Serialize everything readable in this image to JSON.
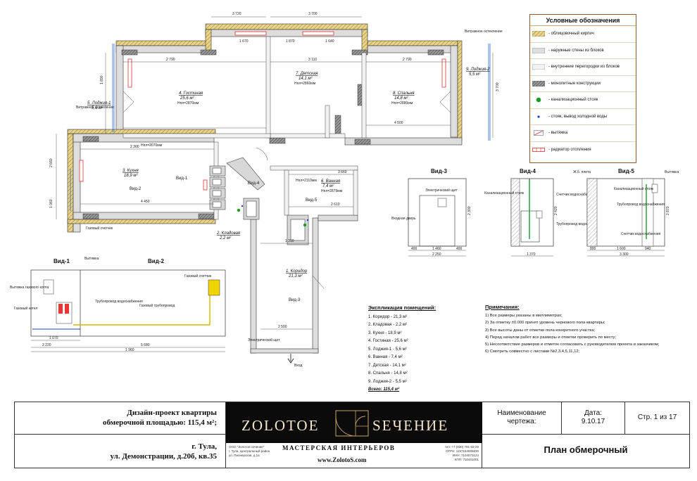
{
  "legend": {
    "title": "Условные обозначения",
    "items": [
      {
        "label": "- облицовочный кирпич",
        "icon": "brick-hatch-icon"
      },
      {
        "label": "- наружные стены из блоков",
        "icon": "outer-wall-icon"
      },
      {
        "label": "- внутренние перегородки из блоков",
        "icon": "partition-icon"
      },
      {
        "label": "- монолитные конструкции",
        "icon": "monolith-hatch-icon"
      },
      {
        "label": "- канализационный стояк",
        "icon": "green-dot-icon"
      },
      {
        "label": "- стояк, вывод холодной воды",
        "icon": "blue-dot-icon"
      },
      {
        "label": "- вытяжка",
        "icon": "vent-icon"
      },
      {
        "label": "- радиатор отопления",
        "icon": "radiator-icon"
      }
    ]
  },
  "plan": {
    "rooms": [
      {
        "name": "1. Коридор",
        "area": "21,3 м²"
      },
      {
        "name": "2. Кладовая",
        "area": "2,2 м²"
      },
      {
        "name": "3. Кухня",
        "area": "18,9 м²"
      },
      {
        "name": "4. Гостиная",
        "area": "25,6 м²"
      },
      {
        "name": "5. Лоджия-1",
        "area": "5,6 м²"
      },
      {
        "name": "6. Ванная",
        "area": "7,4 м²"
      },
      {
        "name": "7. Детская",
        "area": "14,1 м²"
      },
      {
        "name": "8. Спальня",
        "area": "14,8 м²"
      },
      {
        "name": "9. Лоджия-2",
        "area": "5,5 м²"
      }
    ],
    "heights": [
      "Hпл=2870мм",
      "Hпл=2860мм",
      "Hпл=2880мм",
      "Hпл=2110мм",
      "Hпл=2879мм",
      "Hпл=2070мм"
    ],
    "dims_top": [
      "3 720",
      "3 700",
      "1 670",
      "1 870",
      "1 640",
      "2 790",
      "3 110",
      "2 790",
      "4 500"
    ],
    "dims_left": [
      "2 660",
      "1 890",
      "3 700",
      "1 060"
    ],
    "dims_bottom": [
      "2 300",
      "4 450",
      "3 660",
      "1 310",
      "2 500",
      "2 610"
    ],
    "labels": {
      "vitrage_left": "Витражное остекление",
      "vitrage_right": "Витражное остекление",
      "gas_meter": "Газовый счетчик",
      "entry": "Вход",
      "el_board": "Электрический щит",
      "views": [
        "Вид-1",
        "Вид-2",
        "Вид-3",
        "Вид-4",
        "Вид-5"
      ]
    }
  },
  "views": {
    "v12_title_1": "Вид-1",
    "v12_title_2": "Вид-2",
    "v12_labels": [
      "Вытяжка",
      "Вытяжка газового котла",
      "Газовый котел",
      "Трубопровод водоснабжения",
      "Газовый трубопровод",
      "Газовый счетчик"
    ],
    "v12_dims": [
      "1 070",
      "2 220",
      "5 680",
      "1 960"
    ],
    "v3_title": "Вид-3",
    "v3_labels": [
      "Электрический щит",
      "Входная дверь"
    ],
    "v3_dims": [
      "400",
      "1 460",
      "400",
      "2 250",
      "2 300"
    ],
    "v4_title": "Вид-4",
    "v4_labels": [
      "Канализационный стояк",
      "Счетчик водоснабжения",
      "Трубопровод водоснабжения"
    ],
    "v4_dims": [
      "1 370",
      "2 420"
    ],
    "v5_title": "Вид-5",
    "v5_labels": [
      "Ж.б. плита",
      "Вытяжка",
      "Канализационный стояк",
      "Трубопровод водоснабжения",
      "Счетчик водоснабжения"
    ],
    "v5_dims": [
      "800",
      "1 600",
      "940",
      "3 300",
      "2 870"
    ]
  },
  "explication": {
    "title": "Экспликация помещений:",
    "rows": [
      "1. Коридор - 21,3 м²",
      "2. Кладовая - 2,2 м²",
      "3. Кухня - 18,9 м²",
      "4. Гостиная - 25,6 м²",
      "5. Лоджия-1 - 5,6 м²",
      "6. Ванная - 7,4 м²",
      "7. Детская - 14,1 м²",
      "8. Спальня - 14,8 м²",
      "9. Лоджия-2 - 5,5 м²"
    ],
    "total": "Всего: 115,4 м²"
  },
  "notes": {
    "title": "Примечания:",
    "rows": [
      "1) Все размеры указаны в миллиметрах;",
      "2) За отметку ±0.000 принят уровень чернового пола квартиры;",
      "3) Все высоты даны от отметки пола конкретного участка;",
      "4) Перед началом работ все размеры и отметки проверить по месту;",
      "5) Несоответствие размеров и отметок согласовать с руководителем проекта и заказчиком;",
      "6) Смотреть совместно с листами №2,3,4,5,11,12;"
    ]
  },
  "title_block": {
    "project_line1": "Дизайн-проект квартиры",
    "project_line2": "обмерочной площадью: 115,4 м²;",
    "city": "г. Тула,",
    "address": "ул. Демонстрации, д.20б, кв.35",
    "brand_left": "ZOLOTOE",
    "brand_right": "SEЧЕНИЕ",
    "studio": "МАСТЕРСКАЯ     ИНТЕРЬЕРОВ",
    "site": "www.ZolotoS.com",
    "org_lines": [
      "ООО \"Золотое сечение\"",
      "г. Тула, Центральный район",
      "ул. Пионерская, д.1а"
    ],
    "req_lines": [
      "тел: +7 (930) 791-02-29",
      "ОГРН: 1157154005830",
      "ИНН: 7104073124",
      "КПП: 710401001"
    ],
    "drawing_name_label": "Наименование чертежа:",
    "date_label": "Дата:",
    "date_value": "9.10.17",
    "page": "Стр. 1 из 17",
    "plan_name": "План обмерочный"
  }
}
